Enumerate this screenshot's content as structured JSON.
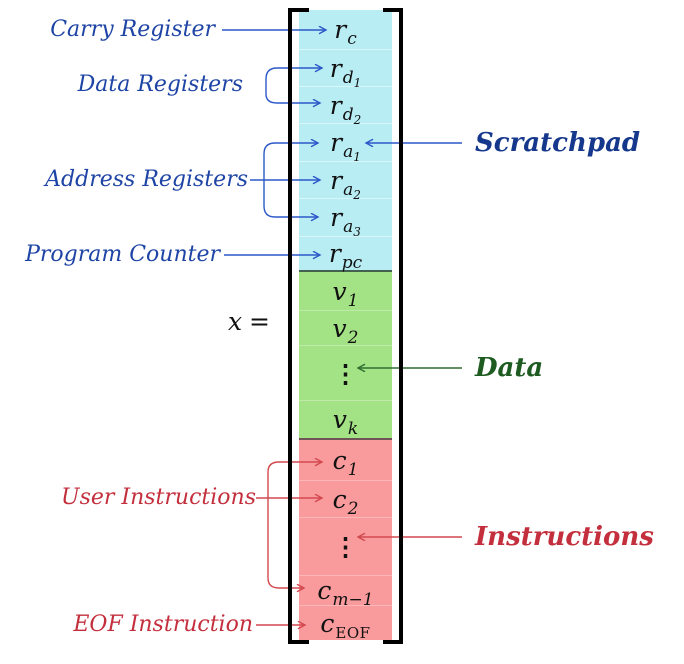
{
  "colors": {
    "bg": "#ffffff",
    "scratchpad_fill": "#b9edf4",
    "scratchpad_sep": "#d7f6fa",
    "data_fill": "#a3e285",
    "data_sep": "#bfeba9",
    "data_border": "#44604f",
    "instructions_fill": "#f99b9c",
    "instructions_sep": "#fbb7b8",
    "instructions_border": "#705356",
    "blue_text": "#1e44a5",
    "blue_bold": "#16388c",
    "blue_arrow": "#2c58c8",
    "green_text": "#1d5b21",
    "green_arrow": "#2f6f31",
    "red_text": "#c42f3d",
    "red_arrow": "#d2494f",
    "bracket": "#000000",
    "math_text": "#111111"
  },
  "left_labels": {
    "carry": "Carry Register",
    "data_registers": "Data Registers",
    "address_registers": "Address Registers",
    "program_counter": "Program Counter",
    "x_var": "x",
    "x_eq": "=",
    "user_instructions": "User Instructions",
    "eof_instruction": "EOF Instruction"
  },
  "right_labels": {
    "scratchpad": "Scratchpad",
    "data": "Data",
    "instructions": "Instructions"
  },
  "column": {
    "cells": [
      {
        "name": "r-c",
        "base": "r",
        "sub": "c",
        "subsub": ""
      },
      {
        "name": "r-d1",
        "base": "r",
        "sub": "d",
        "subsub": "1"
      },
      {
        "name": "r-d2",
        "base": "r",
        "sub": "d",
        "subsub": "2"
      },
      {
        "name": "r-a1",
        "base": "r",
        "sub": "a",
        "subsub": "1"
      },
      {
        "name": "r-a2",
        "base": "r",
        "sub": "a",
        "subsub": "2"
      },
      {
        "name": "r-a3",
        "base": "r",
        "sub": "a",
        "subsub": "3"
      },
      {
        "name": "r-pc",
        "base": "r",
        "sub": "pc",
        "subsub": ""
      },
      {
        "name": "v-1",
        "base": "v",
        "sub": "1",
        "subsub": ""
      },
      {
        "name": "v-2",
        "base": "v",
        "sub": "2",
        "subsub": ""
      },
      {
        "name": "v-dots",
        "dots": "⋮"
      },
      {
        "name": "v-k",
        "base": "v",
        "sub": "k",
        "subsub": ""
      },
      {
        "name": "c-1",
        "base": "c",
        "sub": "1",
        "subsub": ""
      },
      {
        "name": "c-2",
        "base": "c",
        "sub": "2",
        "subsub": ""
      },
      {
        "name": "c-dots",
        "dots": "⋮"
      },
      {
        "name": "c-m-1",
        "base": "c",
        "sub": "m−1",
        "subsub": ""
      },
      {
        "name": "c-eof",
        "base": "c",
        "sub": "EOF",
        "subsub": ""
      }
    ]
  }
}
